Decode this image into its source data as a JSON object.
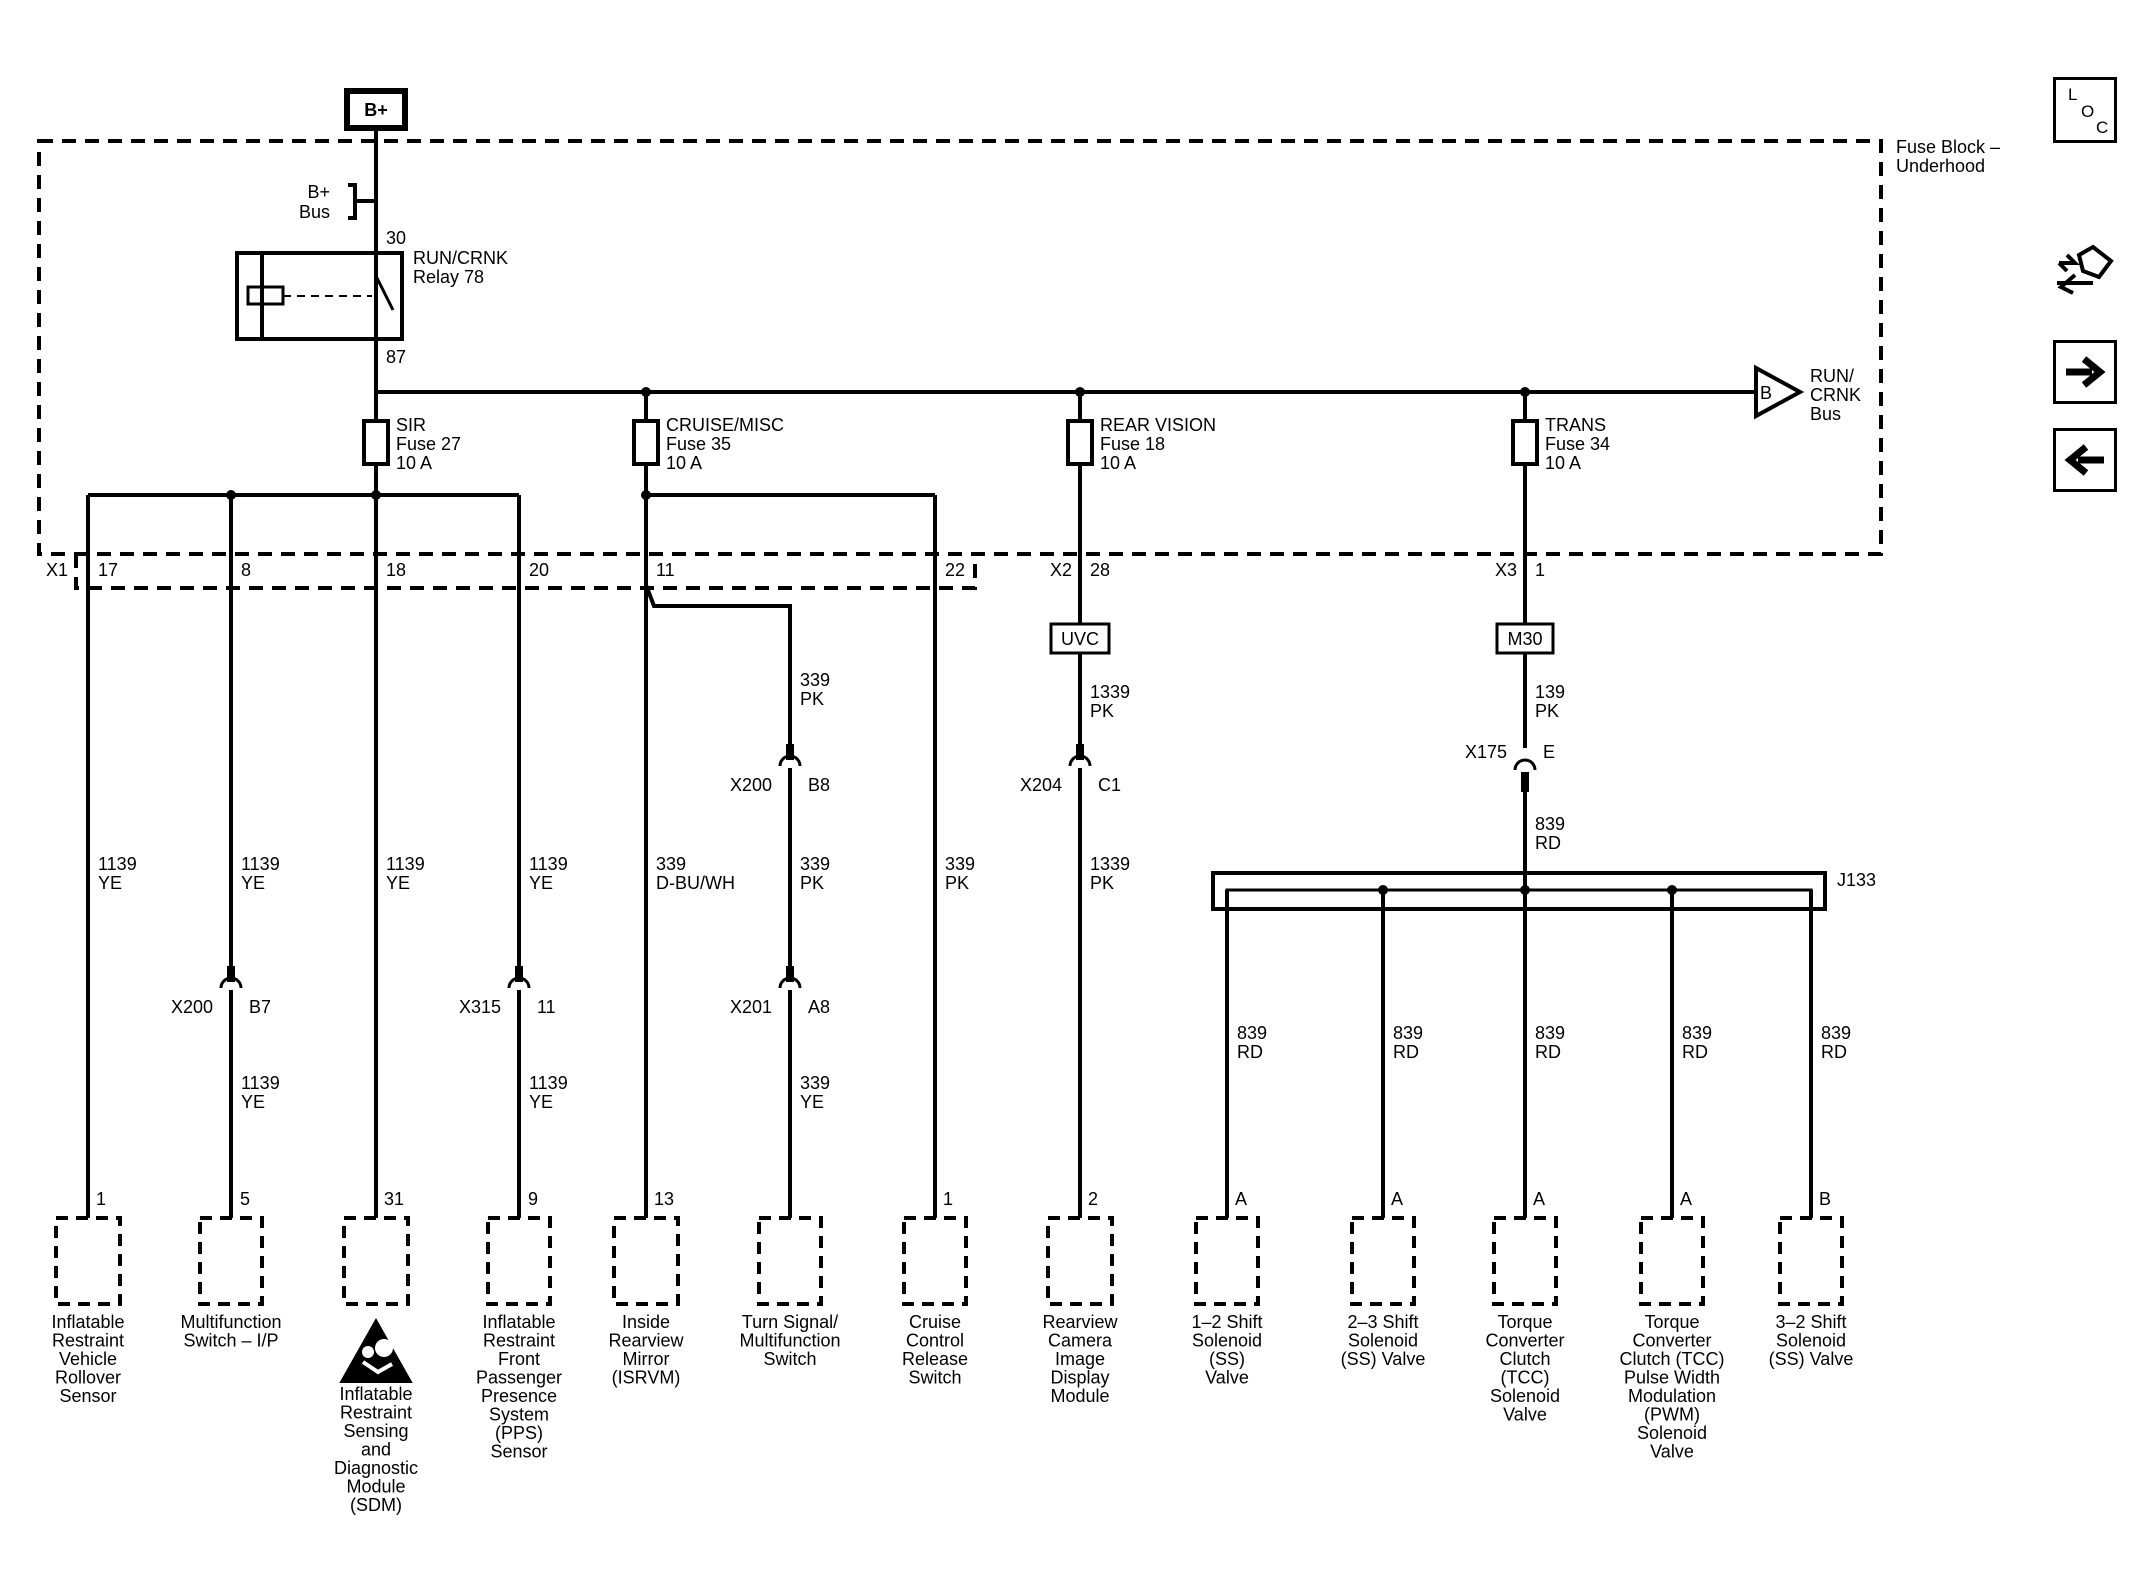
{
  "nav": {
    "loc_letters": [
      "L",
      "O",
      "C"
    ],
    "forward_icon": "arrow-right-icon",
    "back_icon": "arrow-left-icon",
    "diag_icon": "connector-diagnostic-icon"
  },
  "power": {
    "source": "B+",
    "bus_line1": "B+",
    "bus_line2": "Bus"
  },
  "fuse_block": {
    "line1": "Fuse Block –",
    "line2": "Underhood"
  },
  "relay": {
    "line1": "RUN/CRNK",
    "line2": "Relay 78",
    "pin_in": "30",
    "pin_out": "87"
  },
  "run_bus": {
    "letter": "B",
    "line1": "RUN/",
    "line2": "CRNK",
    "line3": "Bus"
  },
  "fuses": [
    {
      "name": "SIR",
      "number": "Fuse 27",
      "rating": "10 A"
    },
    {
      "name": "CRUISE/MISC",
      "number": "Fuse 35",
      "rating": "10 A"
    },
    {
      "name": "REAR VISION",
      "number": "Fuse 18",
      "rating": "10 A"
    },
    {
      "name": "TRANS",
      "number": "Fuse 34",
      "rating": "10 A"
    }
  ],
  "connectors": {
    "x1": "X1",
    "x2": "X2",
    "x3": "X3"
  },
  "cavities": [
    "17",
    "8",
    "18",
    "20",
    "11",
    "22",
    "28",
    "1"
  ],
  "inline_boxes": {
    "uvc": "UVC",
    "m30": "M30"
  },
  "splice": "J133",
  "wires": [
    {
      "id": "w17",
      "circuit": "1139",
      "color": "YE"
    },
    {
      "id": "w8a",
      "circuit": "1139",
      "color": "YE"
    },
    {
      "id": "w8b",
      "circuit": "1139",
      "color": "YE"
    },
    {
      "id": "w18",
      "circuit": "1139",
      "color": "YE"
    },
    {
      "id": "w20a",
      "circuit": "1139",
      "color": "YE"
    },
    {
      "id": "w20b",
      "circuit": "1139",
      "color": "YE"
    },
    {
      "id": "w11",
      "circuit": "339",
      "color": "D-BU/WH"
    },
    {
      "id": "wts1",
      "circuit": "339",
      "color": "PK"
    },
    {
      "id": "wts2",
      "circuit": "339",
      "color": "PK"
    },
    {
      "id": "wts3",
      "circuit": "339",
      "color": "YE"
    },
    {
      "id": "w22",
      "circuit": "339",
      "color": "PK"
    },
    {
      "id": "wrv1",
      "circuit": "1339",
      "color": "PK"
    },
    {
      "id": "wrv2",
      "circuit": "1339",
      "color": "PK"
    },
    {
      "id": "wtr1",
      "circuit": "139",
      "color": "PK"
    },
    {
      "id": "wtr2",
      "circuit": "839",
      "color": "RD"
    },
    {
      "id": "ws1",
      "circuit": "839",
      "color": "RD"
    },
    {
      "id": "ws2",
      "circuit": "839",
      "color": "RD"
    },
    {
      "id": "ws3",
      "circuit": "839",
      "color": "RD"
    },
    {
      "id": "ws4",
      "circuit": "839",
      "color": "RD"
    },
    {
      "id": "ws5",
      "circuit": "839",
      "color": "RD"
    }
  ],
  "inline_connectors": [
    {
      "name": "X200",
      "pin": "B7"
    },
    {
      "name": "X315",
      "pin": "11"
    },
    {
      "name": "X200",
      "pin": "B8"
    },
    {
      "name": "X201",
      "pin": "A8"
    },
    {
      "name": "X204",
      "pin": "C1"
    },
    {
      "name": "X175",
      "pin": "E"
    }
  ],
  "components": [
    {
      "pin": "1",
      "lines": [
        "Inflatable",
        "Restraint",
        "Vehicle",
        "Rollover",
        "Sensor"
      ]
    },
    {
      "pin": "5",
      "lines": [
        "Multifunction",
        "Switch – I/P"
      ]
    },
    {
      "pin": "31",
      "lines": [
        "Inflatable",
        "Restraint",
        "Sensing",
        "and",
        "Diagnostic",
        "Module",
        "(SDM)"
      ]
    },
    {
      "pin": "9",
      "lines": [
        "Inflatable",
        "Restraint",
        "Front",
        "Passenger",
        "Presence",
        "System",
        "(PPS)",
        "Sensor"
      ]
    },
    {
      "pin": "13",
      "lines": [
        "Inside",
        "Rearview",
        "Mirror",
        "(ISRVM)"
      ]
    },
    {
      "pin": "",
      "lines": [
        "Turn Signal/",
        "Multifunction",
        "Switch"
      ]
    },
    {
      "pin": "1",
      "lines": [
        "Cruise",
        "Control",
        "Release",
        "Switch"
      ]
    },
    {
      "pin": "2",
      "lines": [
        "Rearview",
        "Camera",
        "Image",
        "Display",
        "Module"
      ]
    },
    {
      "pin": "A",
      "lines": [
        "1–2 Shift",
        "Solenoid",
        "(SS)",
        "Valve"
      ]
    },
    {
      "pin": "A",
      "lines": [
        "2–3 Shift",
        "Solenoid",
        "(SS) Valve"
      ]
    },
    {
      "pin": "A",
      "lines": [
        "Torque",
        "Converter",
        "Clutch",
        "(TCC)",
        "Solenoid",
        "Valve"
      ]
    },
    {
      "pin": "A",
      "lines": [
        "Torque",
        "Converter",
        "Clutch (TCC)",
        "Pulse Width",
        "Modulation",
        "(PWM)",
        "Solenoid",
        "Valve"
      ]
    },
    {
      "pin": "B",
      "lines": [
        "3–2 Shift",
        "Solenoid",
        "(SS) Valve"
      ]
    }
  ],
  "airbag_icon": "airbag-warning-icon"
}
